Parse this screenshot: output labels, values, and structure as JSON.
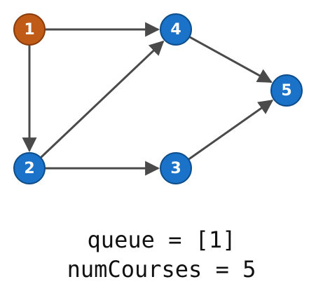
{
  "colors": {
    "start_node": "#c05a17",
    "node": "#1a73c8",
    "node_stroke": "#0f4d8a",
    "start_stroke": "#8a3d0c",
    "edge": "#4a4a4a"
  },
  "graph": {
    "nodes": [
      {
        "id": "1",
        "label": "1",
        "role": "start"
      },
      {
        "id": "2",
        "label": "2",
        "role": "normal"
      },
      {
        "id": "3",
        "label": "3",
        "role": "normal"
      },
      {
        "id": "4",
        "label": "4",
        "role": "normal"
      },
      {
        "id": "5",
        "label": "5",
        "role": "normal"
      }
    ],
    "edges": [
      {
        "from": "1",
        "to": "4"
      },
      {
        "from": "1",
        "to": "2"
      },
      {
        "from": "2",
        "to": "4"
      },
      {
        "from": "2",
        "to": "3"
      },
      {
        "from": "4",
        "to": "5"
      },
      {
        "from": "3",
        "to": "5"
      }
    ]
  },
  "text": {
    "queue_line": "queue = [1]",
    "num_courses_line": "numCourses = 5"
  }
}
